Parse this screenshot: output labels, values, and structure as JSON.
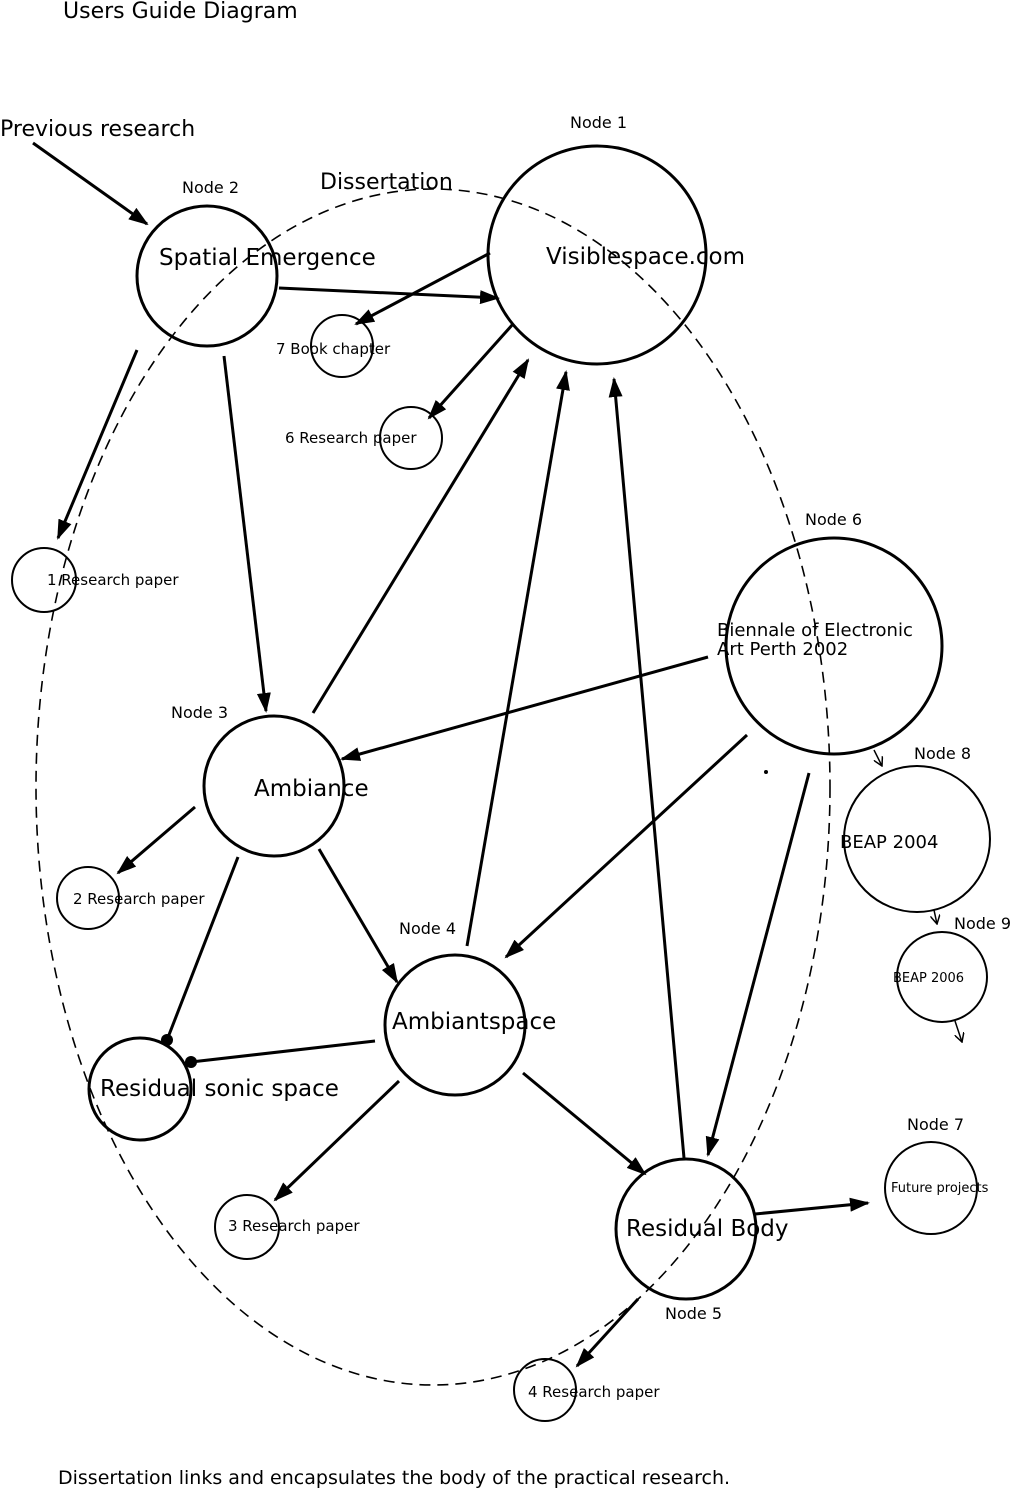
{
  "title": "Users Guide Diagram",
  "footer": "Dissertation links and encapsulates the body of the practical research.",
  "previous_research": "Previous research",
  "dissertation_label": "Dissertation",
  "nodes": {
    "n1": {
      "id": "Node 1",
      "label": "Visiblespace.com"
    },
    "n2": {
      "id": "Node 2",
      "label": "Spatial Emergence"
    },
    "n3": {
      "id": "Node 3",
      "label": "Ambiance"
    },
    "n4": {
      "id": "Node 4",
      "label": "Ambiantspace"
    },
    "n5": {
      "id": "Node 5",
      "label": "Residual Body"
    },
    "n6": {
      "id": "Node 6",
      "label_line1": "Biennale of Electronic",
      "label_line2": "Art Perth 2002"
    },
    "n7": {
      "id": "Node 7",
      "label": "Future projects"
    },
    "n8": {
      "id": "Node 8",
      "label": "BEAP 2004"
    },
    "n9": {
      "id": "Node 9",
      "label": "BEAP 2006"
    },
    "residual_sonic": {
      "label": "Residual sonic space"
    }
  },
  "papers": {
    "p1": "1 Research paper",
    "p2": "2 Research paper",
    "p3": "3 Research paper",
    "p4": "4 Research paper",
    "p6": "6 Research paper",
    "p7": "7 Book chapter"
  }
}
